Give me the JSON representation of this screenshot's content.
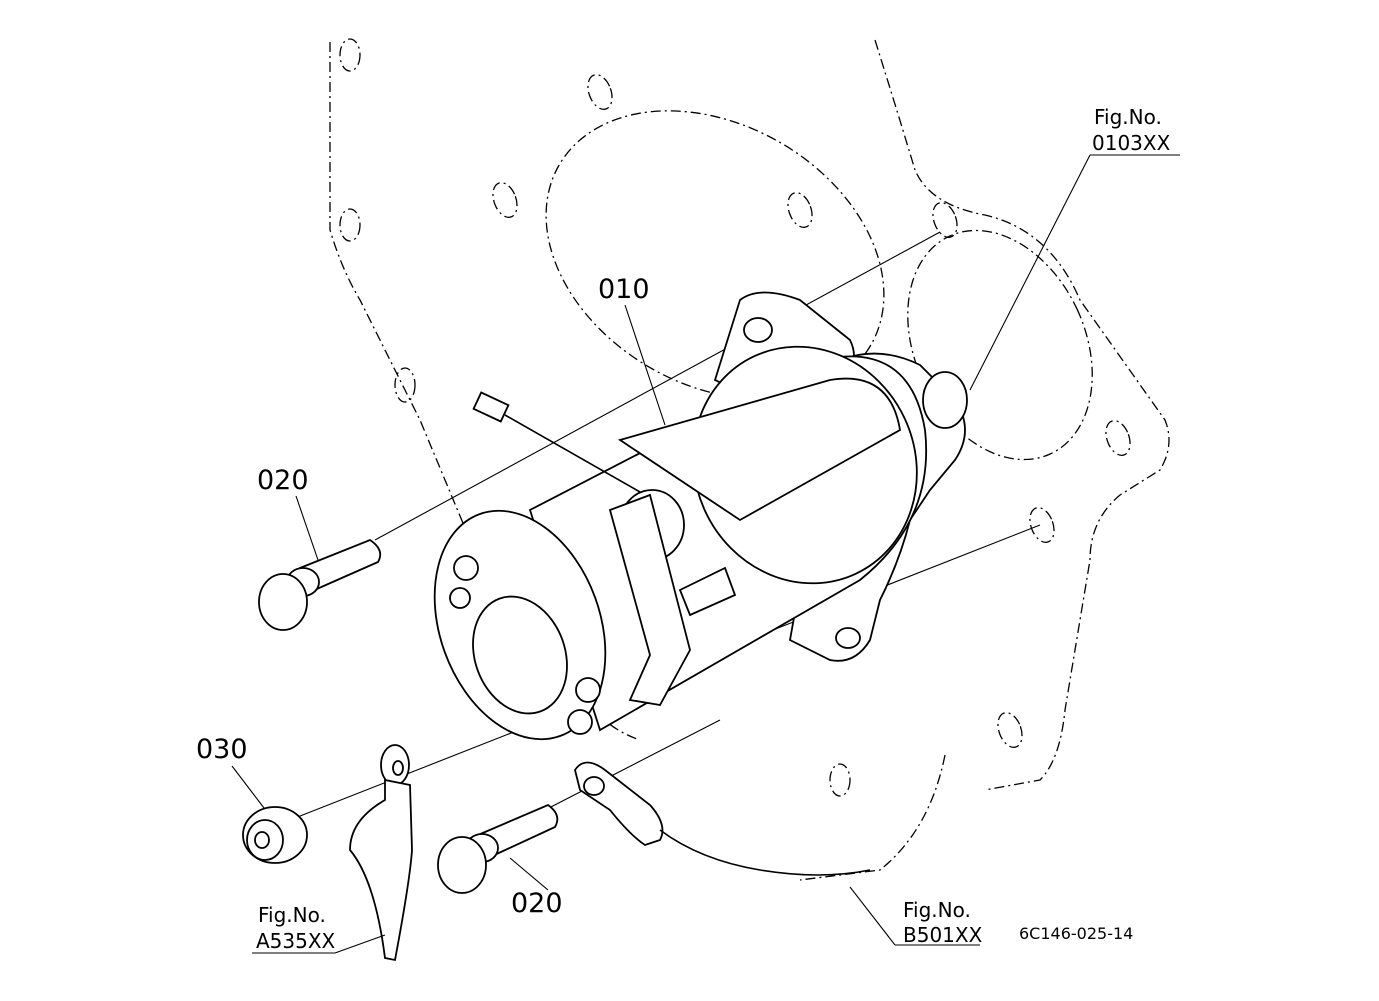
{
  "callouts": {
    "starter": "010",
    "bolt_upper": "020",
    "bolt_lower": "020",
    "nut": "030"
  },
  "references": {
    "flywheel_housing": {
      "line1": "Fig.No.",
      "line2": "0103XX"
    },
    "battery_cable": {
      "line1": "Fig.No.",
      "line2": "A535XX"
    },
    "ground_cable": {
      "line1": "Fig.No.",
      "line2": "B501XX"
    }
  },
  "drawing_code": "6C146-025-14"
}
